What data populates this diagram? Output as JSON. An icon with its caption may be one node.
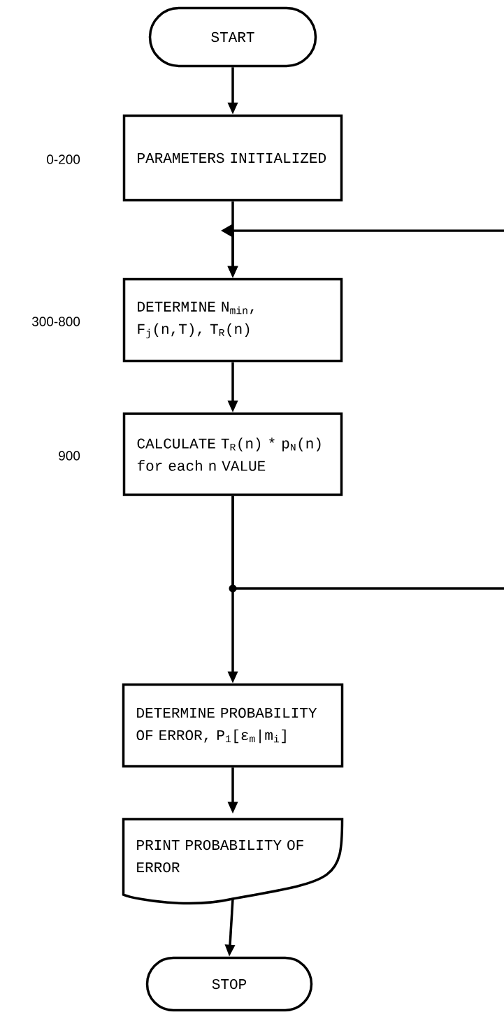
{
  "diagram": {
    "nodes": [
      {
        "text": [
          "START"
        ]
      },
      {
        "text": [
          "PARAMETERS INITIALIZED"
        ],
        "beside": [
          "0-200"
        ]
      },
      {
        "text": [
          "DETERMINE N$_{min}$, F$_{j}$(n,T), T$_{R}$(n)"
        ],
        "beside": [
          "300-800"
        ]
      },
      {
        "text": [
          "CALCULATE T$_{R}$(n) * p$_{N}$(n) for each n VALUE"
        ],
        "beside": [
          "900"
        ]
      },
      {
        "text": [
          "DETERMINE PROBABILITY OF ERROR, P$_{1}$[ε$_{m}$|m$_{i}$]"
        ]
      },
      {
        "text": [
          "PRINT PROBABILITY OF ERROR"
        ]
      },
      {
        "text": [
          "STOP"
        ]
      }
    ],
    "edges": [
      {
        "from": 0,
        "to": 1,
        "arrow": "to"
      },
      {
        "from": 1,
        "to": 2,
        "arrow": "to"
      },
      {
        "from": null,
        "to": 2,
        "arrow": "to"
      },
      {
        "from": 2,
        "to": 3,
        "arrow": "to"
      },
      {
        "from": 3,
        "to": 4,
        "arrow": "to"
      },
      {
        "from": 3,
        "to": null,
        "arrow": "none"
      },
      {
        "from": 4,
        "to": 5,
        "arrow": "to"
      },
      {
        "from": 5,
        "to": 6,
        "arrow": "to"
      }
    ]
  }
}
